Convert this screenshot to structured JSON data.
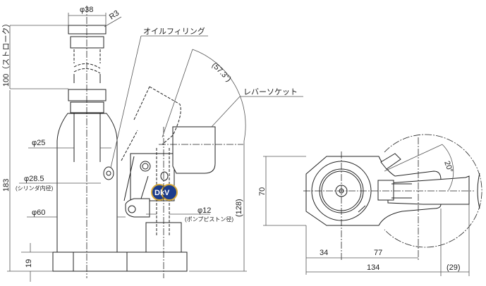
{
  "side_view": {
    "dim_rod_diameter": "φ38",
    "dim_radius": "R3",
    "label_oil_filling": "オイルフィリング",
    "dim_lever_angle": "(57.3°)",
    "label_lever_socket": "レバーソケット",
    "dim_stroke": "100（ストローク）",
    "dim_total_height": "183",
    "dim_ram_diameter": "φ25",
    "dim_cylinder_bore": "φ28.5",
    "label_cylinder_bore": "(シリンダ内径)",
    "dim_body_diameter": "φ60",
    "dim_pump_piston": "φ12",
    "label_pump_piston": "(ポンプピストン径)",
    "dim_lever_height": "(128)",
    "dim_base_height": "19",
    "logo_text": "DkV"
  },
  "top_view": {
    "dim_width": "70",
    "dim_angle": "20°",
    "dim_center_offset": "34",
    "dim_pivot_distance": "77",
    "dim_base_length": "134",
    "dim_socket_extension": "(29)"
  }
}
